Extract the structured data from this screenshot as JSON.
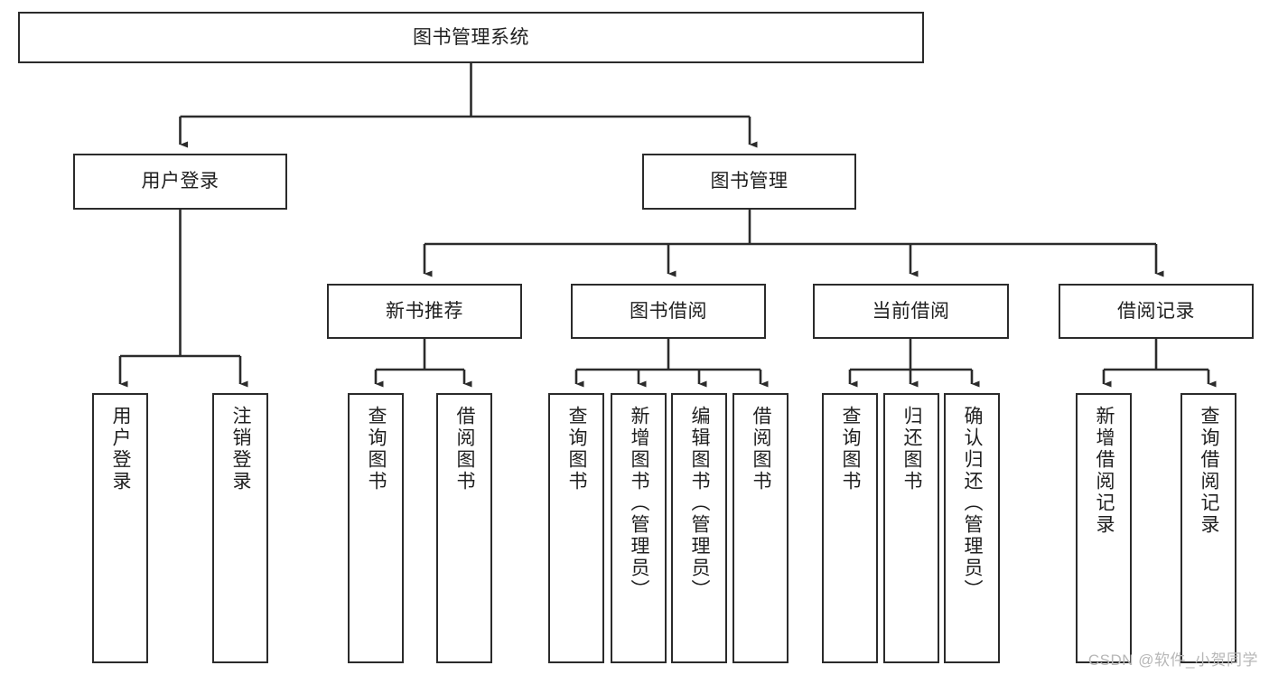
{
  "diagram": {
    "title": "图书管理系统",
    "type": "tree-hierarchy",
    "orientation": "top-down",
    "box_border_color": "#2b2b2b",
    "box_fill_color": "#ffffff",
    "connector_color": "#2b2b2b",
    "background_color": "#ffffff"
  },
  "nodes": {
    "root": {
      "label": "图书管理系统"
    },
    "level2": {
      "user_login": {
        "label": "用户登录"
      },
      "book_manage": {
        "label": "图书管理"
      }
    },
    "level3": {
      "new_book_rec": {
        "label": "新书推荐"
      },
      "book_borrow": {
        "label": "图书借阅"
      },
      "current_borrow": {
        "label": "当前借阅"
      },
      "borrow_record": {
        "label": "借阅记录"
      }
    },
    "leaves": {
      "user_login_children": [
        {
          "label": "用户登录"
        },
        {
          "label": "注销登录"
        }
      ],
      "new_book_rec_children": [
        {
          "label": "查询图书"
        },
        {
          "label": "借阅图书"
        }
      ],
      "book_borrow_children": [
        {
          "label": "查询图书"
        },
        {
          "label": "新增图书（管理员）"
        },
        {
          "label": "编辑图书（管理员）"
        },
        {
          "label": "借阅图书"
        }
      ],
      "current_borrow_children": [
        {
          "label": "查询图书"
        },
        {
          "label": "归还图书"
        },
        {
          "label": "确认归还（管理员）"
        }
      ],
      "borrow_record_children": [
        {
          "label": "新增借阅记录"
        },
        {
          "label": "查询借阅记录"
        }
      ]
    }
  },
  "watermark": {
    "text": "CSDN @软件_小贺同学"
  }
}
